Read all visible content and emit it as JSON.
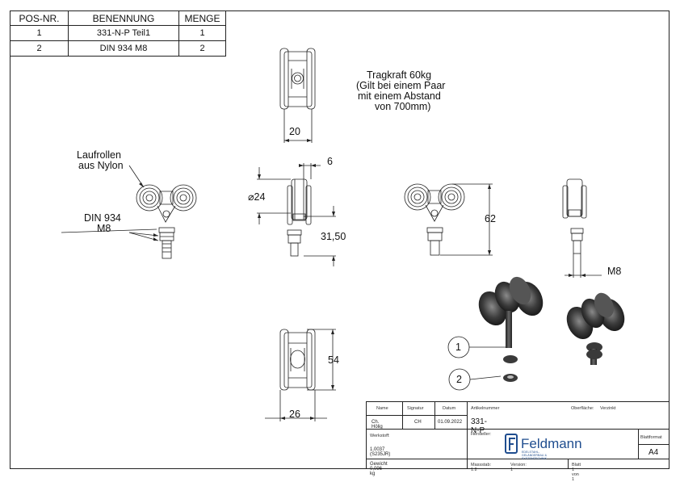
{
  "parts_list": {
    "headers": [
      "POS-NR.",
      "BENENNUNG",
      "MENGE"
    ],
    "rows": [
      {
        "pos": "1",
        "name": "331-N-P Teil1",
        "qty": "1"
      },
      {
        "pos": "2",
        "name": "DIN 934 M8",
        "qty": "2"
      }
    ]
  },
  "notes": {
    "load_line1": "Tragkraft 60kg",
    "load_line2": "(Gilt bei einem Paar",
    "load_line3": "mit einem Abstand",
    "load_line4": "von 700mm)"
  },
  "callouts": {
    "rollers_line1": "Laufrollen",
    "rollers_line2": "aus Nylon",
    "nut_line1": "DIN 934",
    "nut_line2": "M8",
    "balloon1": "1",
    "balloon2": "2"
  },
  "dimensions": {
    "top_width": "20",
    "wheel_width": "6",
    "wheel_diameter": "⌀24",
    "bolt_length": "31,50",
    "total_height": "62",
    "thread": "M8",
    "bottom_height": "54",
    "bottom_width": "26"
  },
  "title_block": {
    "name_label": "Name",
    "signature_label": "Signatur",
    "date_label": "Datum",
    "article_label": "Artikelnummer",
    "surface_label": "Oberfläche:",
    "surface_value": "Verzinkt",
    "drawn_by": "Ch. Hölig",
    "signature": "CH",
    "date": "01.09.2022",
    "article_number": "331-N-P",
    "material_label": "Werkstoff:",
    "material_value": "1.0037 (S235JR)",
    "manufacturer_label": "Hersteller:",
    "logo_text": "Feldmann",
    "logo_tagline": "EDELSTAHL-GELÄNDERBAU & SYSTEMTECHNIK",
    "sheet_format_label": "Blattformat",
    "sheet_format": "A4",
    "weight": "Gewicht 0,096 kg",
    "scale": "Massstab: 1:2",
    "version": "Version: 1",
    "sheet": "Blatt 1 von 1"
  },
  "colors": {
    "line": "#222222",
    "logo_blue": "#1f4d8f",
    "part_dark": "#3a3a3a"
  }
}
